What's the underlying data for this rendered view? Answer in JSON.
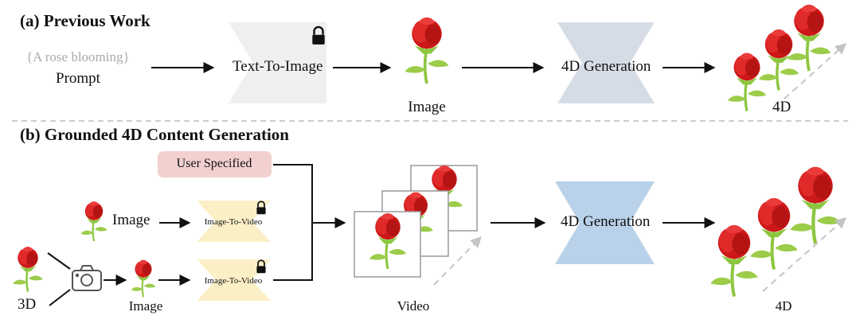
{
  "sections": {
    "a_title": "(a) Previous Work",
    "b_title": "(b) Grounded 4D Content Generation"
  },
  "top_row": {
    "prompt_text": "{A rose blooming}",
    "prompt_label": "Prompt",
    "t2i_label": "Text-To-Image",
    "image_label": "Image",
    "gen_label": "4D Generation",
    "output_label": "4D"
  },
  "bottom_row": {
    "user_specified": "User Specified",
    "image_label_upper": "Image",
    "i2v_label_upper": "Image-To-Video",
    "i2v_label_lower": "Image-To-Video",
    "image_label_lower": "Image",
    "threed_label": "3D",
    "video_label": "Video",
    "gen_label": "4D Generation",
    "output_label": "4D"
  },
  "colors": {
    "t2i_block": "#efefef",
    "gen_block_top": "#d6dce6",
    "gen_block_bottom": "#b9d2ea",
    "i2v_block": "#fbefc6",
    "user_box": "#f2d0cf",
    "prompt_text": "#aaaaaa",
    "rose_red": "#d81e1e",
    "stem_green": "#8cc63f",
    "divider": "#cccccc"
  },
  "icons": [
    "lock-icon",
    "camera-icon",
    "rose-icon"
  ]
}
